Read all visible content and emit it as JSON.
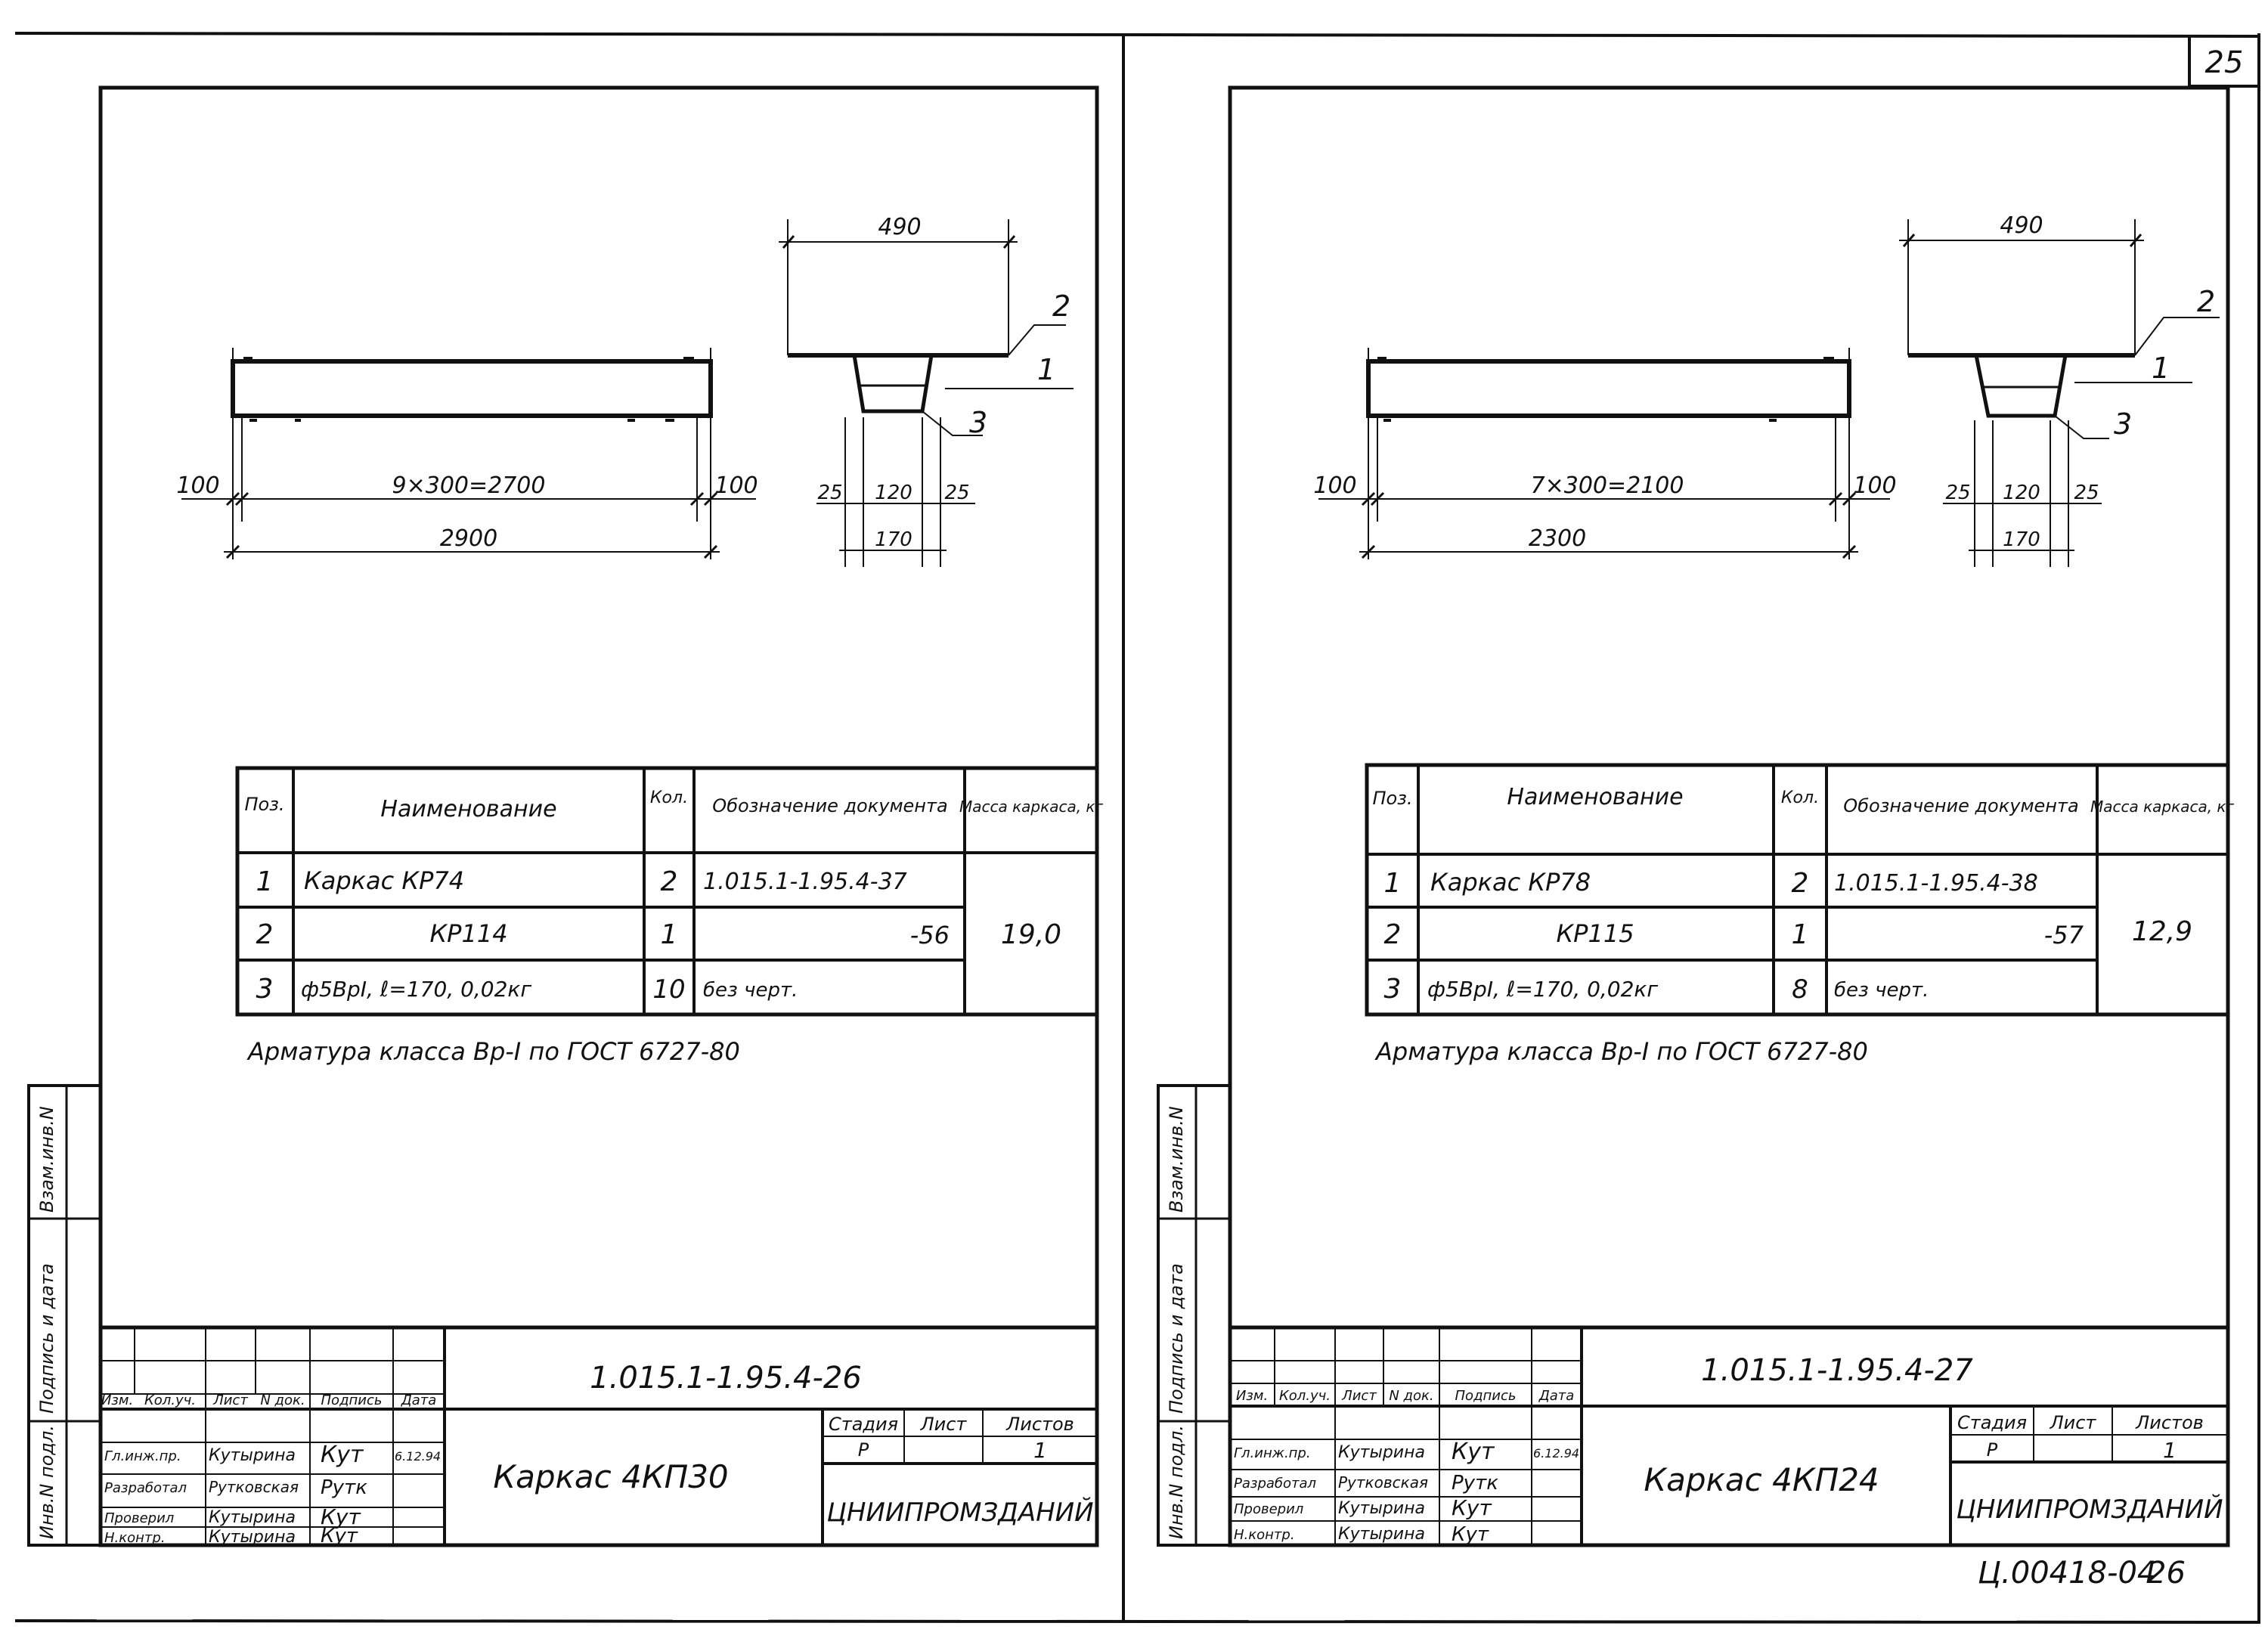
{
  "page": {
    "sheet_number": "25",
    "archive_code": "Ц.00418-04",
    "archive_page": "26"
  },
  "left_sheet": {
    "dimensions": {
      "top_width": "490",
      "bay_left": "100",
      "bays": "9×300=2700",
      "bay_right": "100",
      "total": "2900",
      "sec_left": "25",
      "sec_mid": "120",
      "sec_right": "25",
      "sec_total": "170"
    },
    "callouts": [
      "1",
      "2",
      "3"
    ],
    "table": {
      "headers": {
        "pos": "Поз.",
        "name": "Наименование",
        "qty": "Кол.",
        "doc": "Обозначение документа",
        "mass": "Масса каркаса, кг"
      },
      "rows": [
        {
          "pos": "1",
          "name": "Каркас КР74",
          "qty": "2",
          "doc": "1.015.1-1.95.4-37"
        },
        {
          "pos": "2",
          "name": "КР114",
          "qty": "1",
          "doc": "-56"
        },
        {
          "pos": "3",
          "name": "ф5ВрI, ℓ=170, 0,02кг",
          "qty": "10",
          "doc": "без черт."
        }
      ],
      "mass": "19,0"
    },
    "note": "Арматура класса Вр-I по ГОСТ 6727-80",
    "title_block": {
      "doc_code": "1.015.1-1.95.4-26",
      "item_name": "Каркас 4КП30",
      "org": "ЦНИИПРОМЗДАНИЙ",
      "stage_headers": [
        "Стадия",
        "Лист",
        "Листов"
      ],
      "stage": "Р",
      "sheet": "",
      "sheets": "1",
      "header_cells": [
        "Изм.",
        "Кол.уч.",
        "Лист",
        "N док.",
        "Подпись",
        "Дата"
      ],
      "staff": [
        {
          "role": "Гл.инж.пр.",
          "name": "Кутырина",
          "sig": "Кут",
          "date": "6.12.94"
        },
        {
          "role": "Разработал",
          "name": "Рутковская",
          "sig": "Рутк",
          "date": ""
        },
        {
          "role": "Проверил",
          "name": "Кутырина",
          "sig": "Кут",
          "date": ""
        },
        {
          "role": "Н.контр.",
          "name": "Кутырина",
          "sig": "Кут",
          "date": ""
        }
      ]
    }
  },
  "right_sheet": {
    "dimensions": {
      "top_width": "490",
      "bay_left": "100",
      "bays": "7×300=2100",
      "bay_right": "100",
      "total": "2300",
      "sec_left": "25",
      "sec_mid": "120",
      "sec_right": "25",
      "sec_total": "170"
    },
    "callouts": [
      "1",
      "2",
      "3"
    ],
    "table": {
      "headers": {
        "pos": "Поз.",
        "name": "Наименование",
        "qty": "Кол.",
        "doc": "Обозначение документа",
        "mass": "Масса каркаса, кг"
      },
      "rows": [
        {
          "pos": "1",
          "name": "Каркас КР78",
          "qty": "2",
          "doc": "1.015.1-1.95.4-38"
        },
        {
          "pos": "2",
          "name": "КР115",
          "qty": "1",
          "doc": "-57"
        },
        {
          "pos": "3",
          "name": "ф5ВрI, ℓ=170, 0,02кг",
          "qty": "8",
          "doc": "без черт."
        }
      ],
      "mass": "12,9"
    },
    "note": "Арматура класса Вр-I по ГОСТ 6727-80",
    "title_block": {
      "doc_code": "1.015.1-1.95.4-27",
      "item_name": "Каркас 4КП24",
      "org": "ЦНИИПРОМЗДАНИЙ",
      "stage_headers": [
        "Стадия",
        "Лист",
        "Листов"
      ],
      "stage": "Р",
      "sheet": "",
      "sheets": "1",
      "header_cells": [
        "Изм.",
        "Кол.уч.",
        "Лист",
        "N док.",
        "Подпись",
        "Дата"
      ],
      "staff": [
        {
          "role": "Гл.инж.пр.",
          "name": "Кутырина",
          "sig": "Кут",
          "date": "6.12.94"
        },
        {
          "role": "Разработал",
          "name": "Рутковская",
          "sig": "Рутк",
          "date": ""
        },
        {
          "role": "Проверил",
          "name": "Кутырина",
          "sig": "Кут",
          "date": ""
        },
        {
          "role": "Н.контр.",
          "name": "Кутырина",
          "sig": "Кут",
          "date": ""
        }
      ]
    }
  },
  "side_strip": {
    "labels": [
      "Инв.N подл.",
      "Подпись и дата",
      "Взам.инв.N"
    ]
  }
}
